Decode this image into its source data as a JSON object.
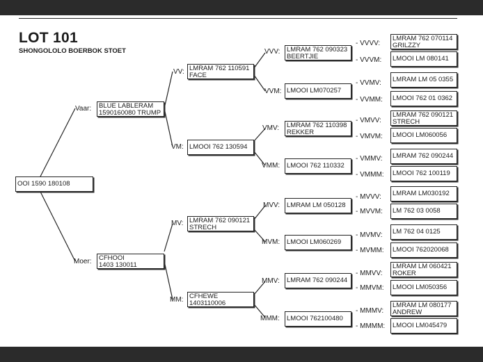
{
  "lot": {
    "title": "LOT 101",
    "subtitle": "SHONGOLOLO BOERBOK STOET"
  },
  "subject": {
    "name": "OOI 1590 180108"
  },
  "gen1": {
    "vaar": {
      "label": "Vaar:",
      "line1": "BLUE LABLERAM",
      "line2": "1590160080 TRUMP"
    },
    "moer": {
      "label": "Moer:",
      "line1": "CFHOOI",
      "line2": "1403 130011"
    }
  },
  "gen2": {
    "vv": {
      "label": "VV:",
      "line1": "LMRAM 762 110591",
      "line2": "FACE"
    },
    "vm": {
      "label": "VM:",
      "line1": "LMOOI 762 130594",
      "line2": ""
    },
    "mv": {
      "label": "MV:",
      "line1": "LMRAM 762 090121",
      "line2": "STRECH"
    },
    "mm": {
      "label": "MM:",
      "line1": "CFHEWE",
      "line2": "1403110006"
    }
  },
  "gen3": {
    "vvv": {
      "label": "VVV:",
      "line1": "LMRAM 762 090323",
      "line2": "BEERTJIE"
    },
    "vvm": {
      "label": "VVM:",
      "line1": "LMOOI LM070257",
      "line2": ""
    },
    "vmv": {
      "label": "VMV:",
      "line1": "LMRAM 762 110398",
      "line2": "REKKER"
    },
    "vmm": {
      "label": "VMM:",
      "line1": "LMOOI 762 110332",
      "line2": ""
    },
    "mvv": {
      "label": "MVV:",
      "line1": "LMRAM LM 050128",
      "line2": ""
    },
    "mvm": {
      "label": "MVM:",
      "line1": "LMOOI LM060269",
      "line2": ""
    },
    "mmv": {
      "label": "MMV:",
      "line1": "LMRAM 762 090244",
      "line2": ""
    },
    "mmm": {
      "label": "MMM:",
      "line1": "LMOOI 762100480",
      "line2": ""
    }
  },
  "gen4": {
    "vvvv": {
      "label": "- VVVV:",
      "line1": "LMRAM 762 070114",
      "line2": "GRILZZY"
    },
    "vvvm": {
      "label": "- VVVM:",
      "line1": "LMOOI LM 080141",
      "line2": ""
    },
    "vvmv": {
      "label": "- VVMV:",
      "line1": "LMRAM LM 05 0355",
      "line2": ""
    },
    "vvmm": {
      "label": "- VVMM:",
      "line1": "LMOOI 762 01 0362",
      "line2": ""
    },
    "vmvv": {
      "label": "- VMVV:",
      "line1": "LMRAM 762 090121",
      "line2": "STRECH"
    },
    "vmvm": {
      "label": "- VMVM:",
      "line1": "LMOOI LM060056",
      "line2": ""
    },
    "vmmv": {
      "label": "- VMMV:",
      "line1": "LMRAM 762 090244",
      "line2": ""
    },
    "vmmm": {
      "label": "- VMMM:",
      "line1": "LMOOI 762 100119",
      "line2": ""
    },
    "mvvv": {
      "label": "- MVVV:",
      "line1": "LMRAM LM030192",
      "line2": ""
    },
    "mvvm": {
      "label": "- MVVM:",
      "line1": "LM 762 03 0058",
      "line2": ""
    },
    "mvmv": {
      "label": "- MVMV:",
      "line1": "LM 762 04 0125",
      "line2": ""
    },
    "mvmm": {
      "label": "- MVMM:",
      "line1": "LMOOI 762020068",
      "line2": ""
    },
    "mmvv": {
      "label": "- MMVV:",
      "line1": "LMRAM LM 060421",
      "line2": "ROKER"
    },
    "mmvm": {
      "label": "- MMVM:",
      "line1": "LMOOI LM050356",
      "line2": ""
    },
    "mmmv": {
      "label": "- MMMV:",
      "line1": "LMRAM LM 080177",
      "line2": "ANDREW"
    },
    "mmmm": {
      "label": "- MMMM:",
      "line1": "LMOOI LM045479",
      "line2": ""
    }
  }
}
